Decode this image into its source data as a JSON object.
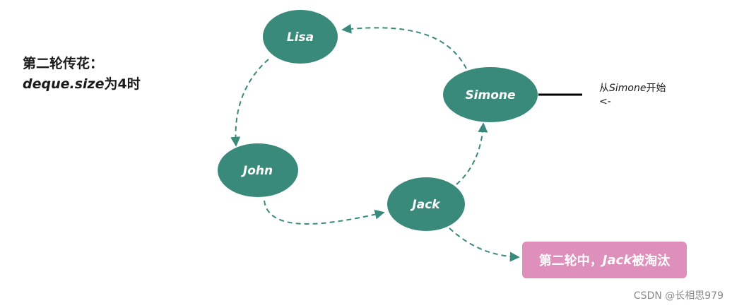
{
  "title": {
    "line1": "第二轮传花：",
    "line2_emph": "deque.size",
    "line2_rest": "为4时"
  },
  "nodes": {
    "lisa": "Lisa",
    "simone": "Simone",
    "john": "John",
    "jack": "Jack"
  },
  "start_note": {
    "prefix": "从",
    "name": "Simone",
    "suffix": "开始",
    "arrow": "<-"
  },
  "callout": {
    "prefix": "第二轮中，",
    "name": "Jack",
    "suffix": "被淘汰"
  },
  "watermark": "CSDN @长相思979",
  "colors": {
    "node_fill": "#3a8a7c",
    "edge": "#3a8a7c",
    "callout_fill": "#de8fbb",
    "pointer_line": "#000000"
  }
}
